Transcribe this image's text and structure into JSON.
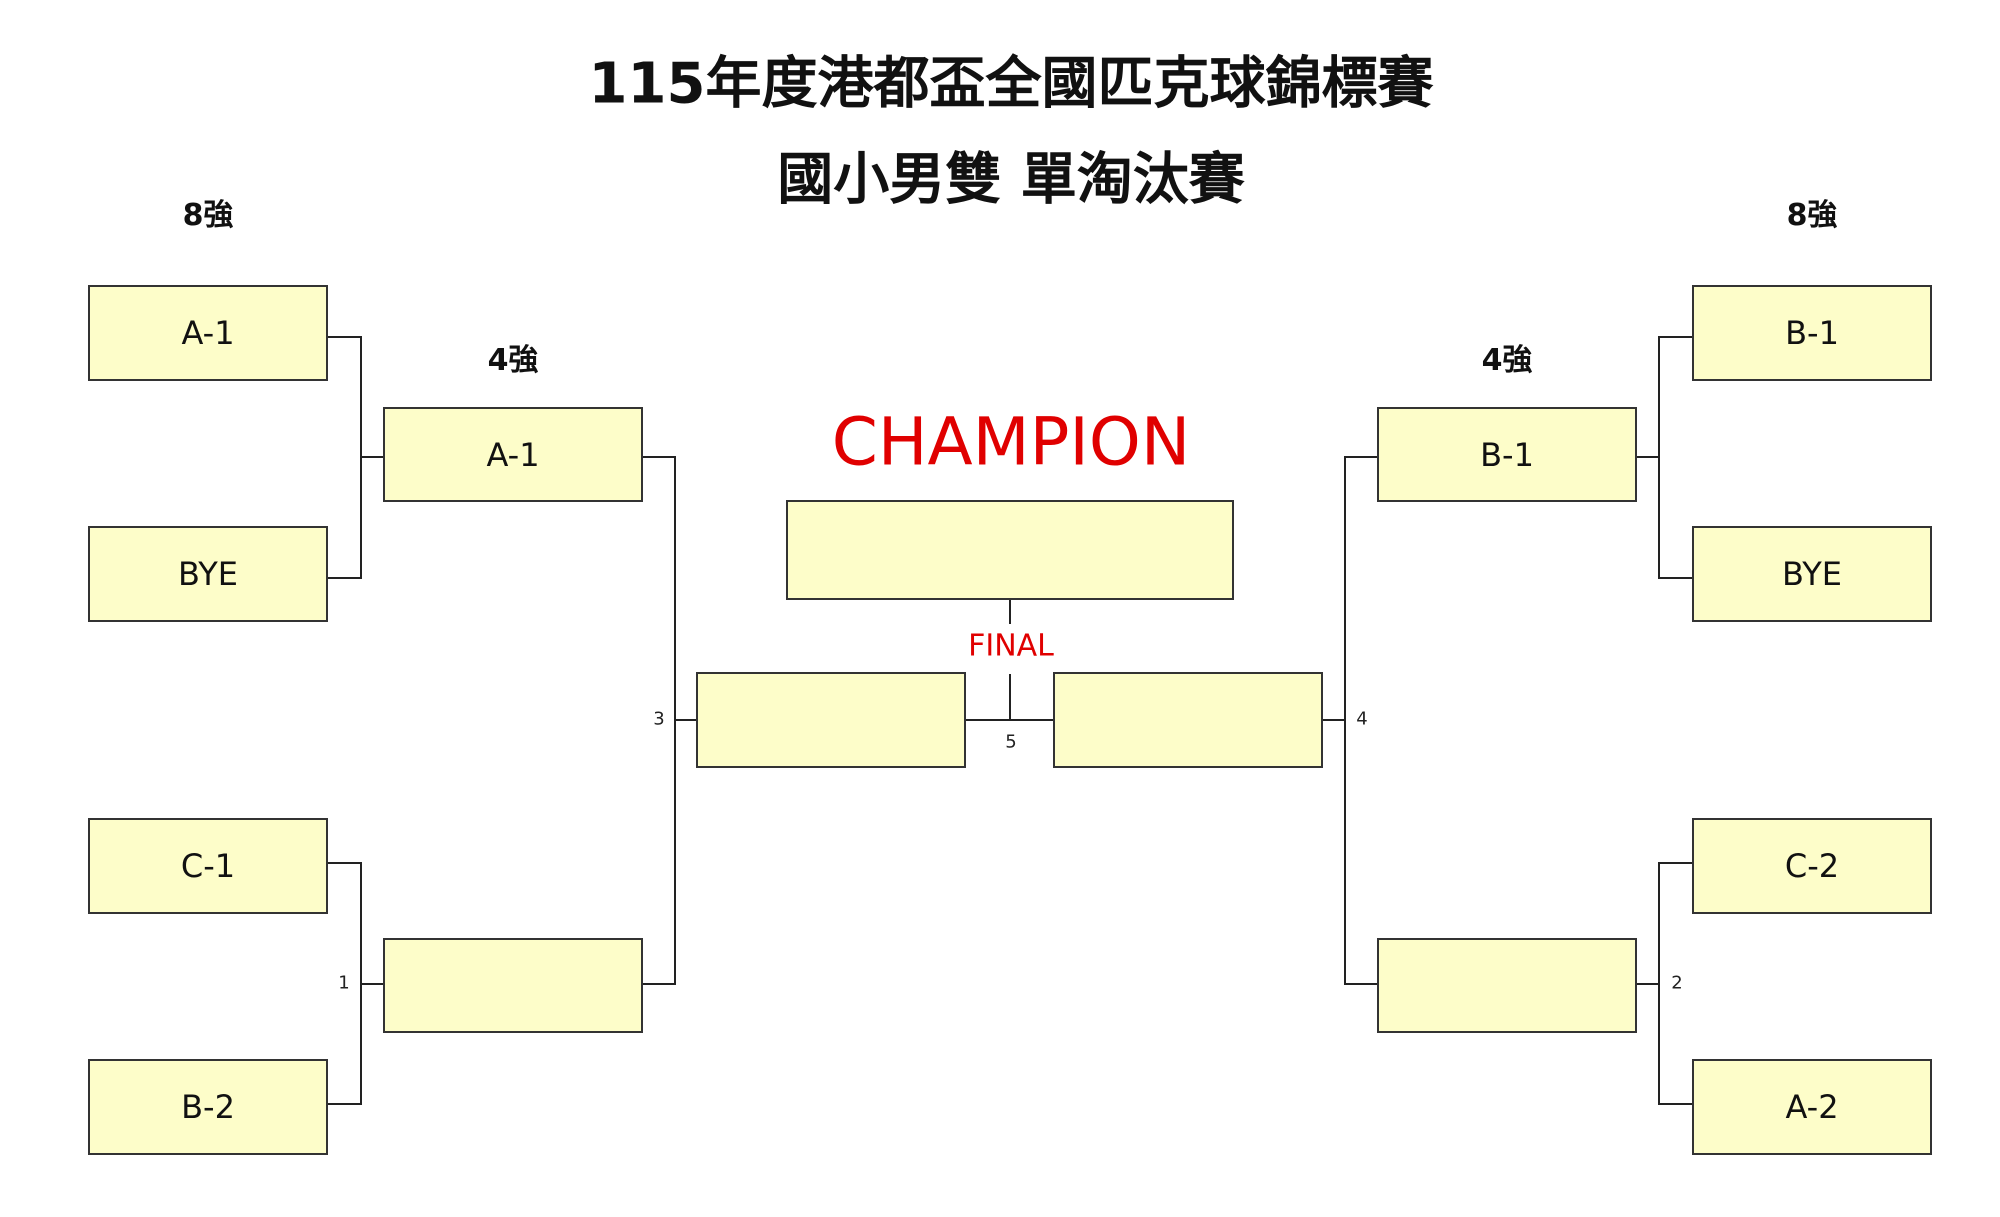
{
  "title": {
    "line1": "115年度港都盃全國匹克球錦標賽",
    "line2": "國小男雙 單淘汰賽"
  },
  "rounds": {
    "left_r8": "8強",
    "right_r8": "8強",
    "left_r4": "4強",
    "right_r4": "4強"
  },
  "champion_label": "CHAMPION",
  "final_label": "FINAL",
  "colors": {
    "box_fill": "#fdfdc9",
    "accent_red": "#e00000"
  },
  "left": {
    "r8": [
      "A-1",
      "BYE",
      "C-1",
      "B-2"
    ],
    "r4": [
      "A-1",
      ""
    ],
    "semi": ""
  },
  "right": {
    "r8": [
      "B-1",
      "BYE",
      "C-2",
      "A-2"
    ],
    "r4": [
      "B-1",
      ""
    ],
    "semi": ""
  },
  "champion": "",
  "match_numbers": {
    "m1": "1",
    "m2": "2",
    "m3": "3",
    "m4": "4",
    "m5": "5"
  }
}
